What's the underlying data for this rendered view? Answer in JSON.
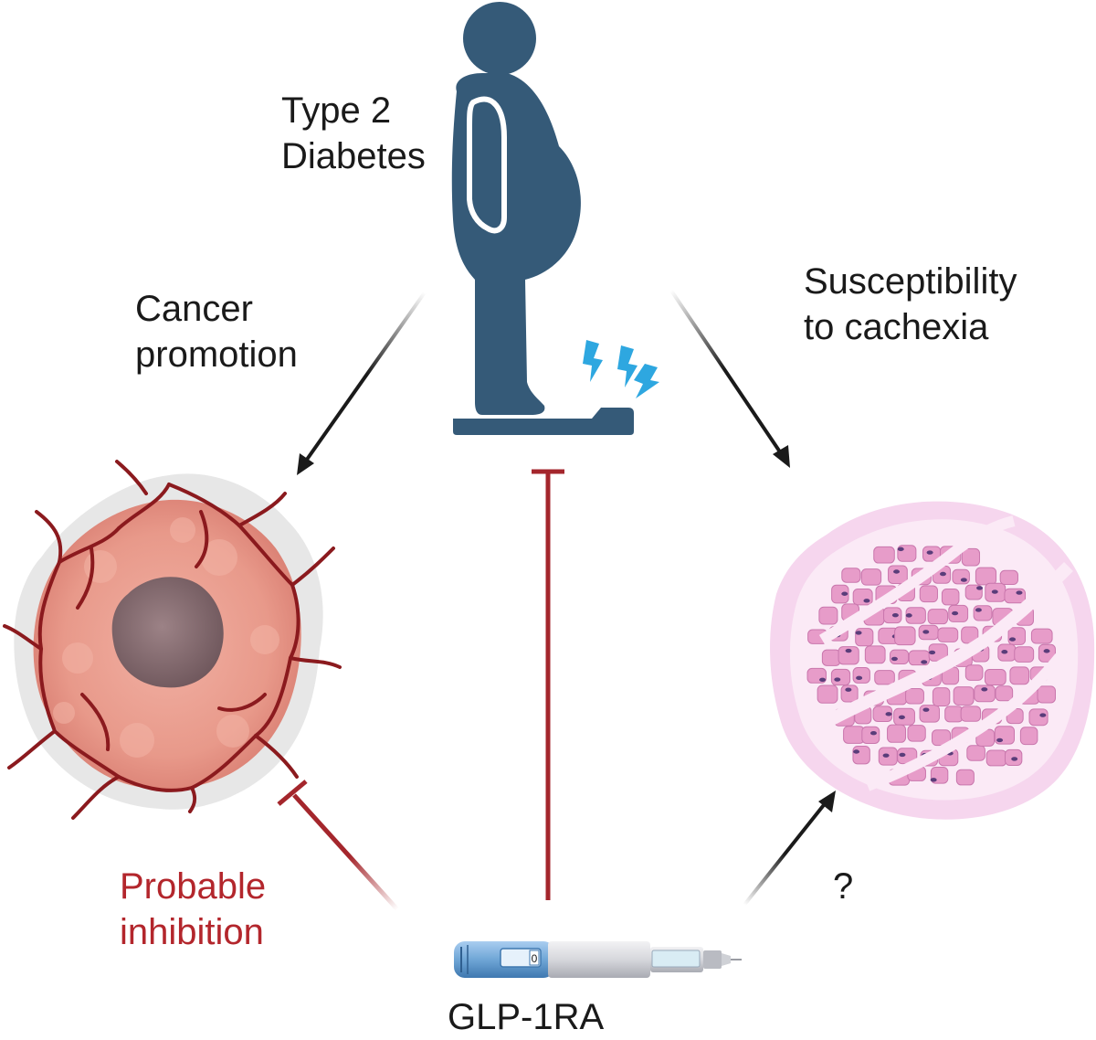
{
  "labels": {
    "t2d": [
      "Type 2",
      "Diabetes"
    ],
    "cancer": [
      "Cancer",
      "promotion"
    ],
    "cachexia": [
      "Susceptibility",
      "to cachexia"
    ],
    "inhibition": [
      "Probable",
      "inhibition"
    ],
    "unknown": "?",
    "drug": "GLP-1RA"
  },
  "pen_window": "0",
  "colors": {
    "person": "#355a78",
    "bolt": "#2ea7e0",
    "inhibit": "#a4262c",
    "arrow": "#1a1a1a",
    "tumor": "#e8998a",
    "tumor_core": "#8a6f73",
    "vessel": "#8b1a1e",
    "muscle_bg": "#f6d6ee",
    "muscle_fiber": "#e79cc9",
    "nucleus": "#5a3d7a",
    "pen": "#6fa6d6"
  },
  "icons": [
    "person-on-scale-icon",
    "lightning-icon",
    "tumor-icon",
    "muscle-tissue-icon",
    "injection-pen-icon"
  ]
}
